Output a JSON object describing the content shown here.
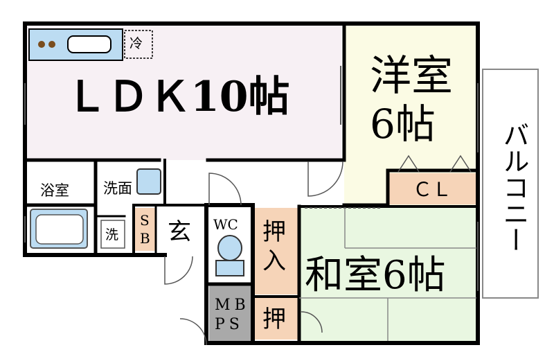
{
  "rooms": {
    "ldk": "ＬＤＫ10帖",
    "western_line1": "洋室",
    "western_line2": "6帖",
    "closet": "ＣＬ",
    "balcony": "バルコニー",
    "bath": "浴室",
    "washroom": "洗面",
    "washer": "洗",
    "shoebox_line1": "S",
    "shoebox_line2": "B",
    "entrance": "玄",
    "toilet": "WC",
    "oshiire_line1": "押",
    "oshiire_line2": "入",
    "oshi": "押",
    "mbps_line1": "MB",
    "mbps_line2": "PS",
    "japanese": "和室6帖"
  },
  "fixtures": {
    "fridge": "冷"
  },
  "colors": {
    "wall": "#000000",
    "ldk_fill": "#f7f0f4",
    "western_fill": "#fbfbe4",
    "japanese_fill": "#e9f7e1",
    "storage_fill": "#f6d4b8",
    "mbps_fill": "#a9a9a9",
    "fixture_fill": "#bcdcf2",
    "balcony_fill": "#ffffff"
  }
}
